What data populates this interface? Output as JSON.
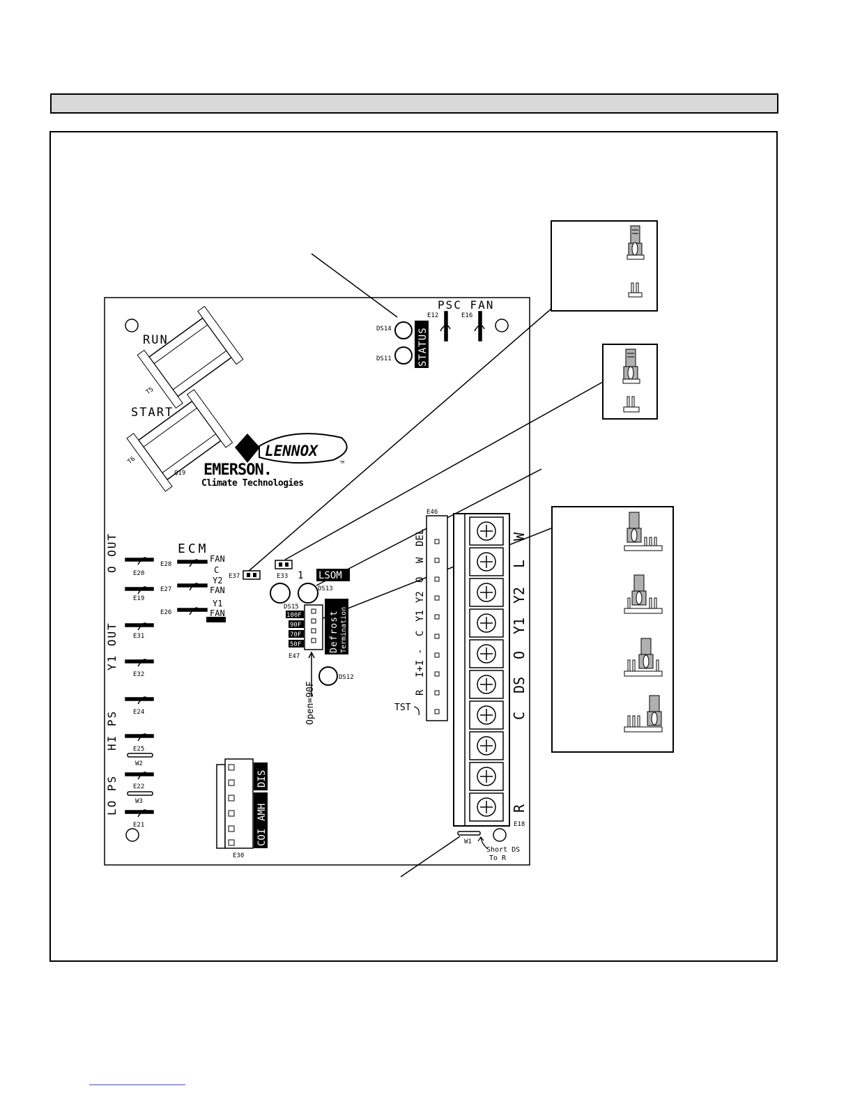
{
  "board": {
    "transformers": {
      "run": "RUN",
      "start": "START",
      "t5": "T5",
      "t6": "T6",
      "q19": "Q19"
    },
    "psc_fan": "PSC FAN",
    "e12": "E12",
    "e16": "E16",
    "ds14": "DS14",
    "ds11": "DS11",
    "status": "STATUS",
    "logo": {
      "lennox": "LENNOX",
      "tm": "TM",
      "emerson": "EMERSON.",
      "climate": "Climate Technologies"
    },
    "ecm": "ECM",
    "left_labels": {
      "o_out": "O OUT",
      "y1_out": "Y1 OUT",
      "hi_ps": "HI PS",
      "lo_ps": "LO PS"
    },
    "left_connectors": [
      "E20",
      "E19",
      "E31",
      "E32",
      "E24",
      "E25",
      "W2",
      "E22",
      "W3",
      "E21"
    ],
    "ecm_connectors": [
      {
        "id": "E28",
        "labels": [
          "FAN",
          "C"
        ]
      },
      {
        "id": "E27",
        "labels": [
          "Y2",
          "FAN"
        ]
      },
      {
        "id": "E26",
        "labels": [
          "Y1",
          "FAN"
        ]
      }
    ],
    "e37": "E37",
    "e33": "E33",
    "one": "1",
    "lsom": "LSOM",
    "ds13": "DS13",
    "ds15": "DS15",
    "ds12": "DS12",
    "defrost": {
      "line1": "Defrost",
      "line2": "Termination",
      "temps": [
        "100F",
        "90F",
        "70F",
        "50F"
      ],
      "e47": "E47",
      "open": "Open=90F"
    },
    "e46": "E46",
    "tst": "TST",
    "e46_pins": [
      "DEL",
      "W",
      "O",
      "Y2",
      "Y1",
      "C",
      "-",
      "I+I",
      "R"
    ],
    "terminal_labels": [
      "W",
      "L",
      "Y2",
      "Y1",
      "O",
      "DS",
      "C",
      "R"
    ],
    "e18": "E18",
    "e30": "E30",
    "e30_labels": [
      "DIS",
      "AMH",
      "COI"
    ],
    "w1": "W1",
    "short_ds": "Short DS",
    "to_r": "To R"
  }
}
